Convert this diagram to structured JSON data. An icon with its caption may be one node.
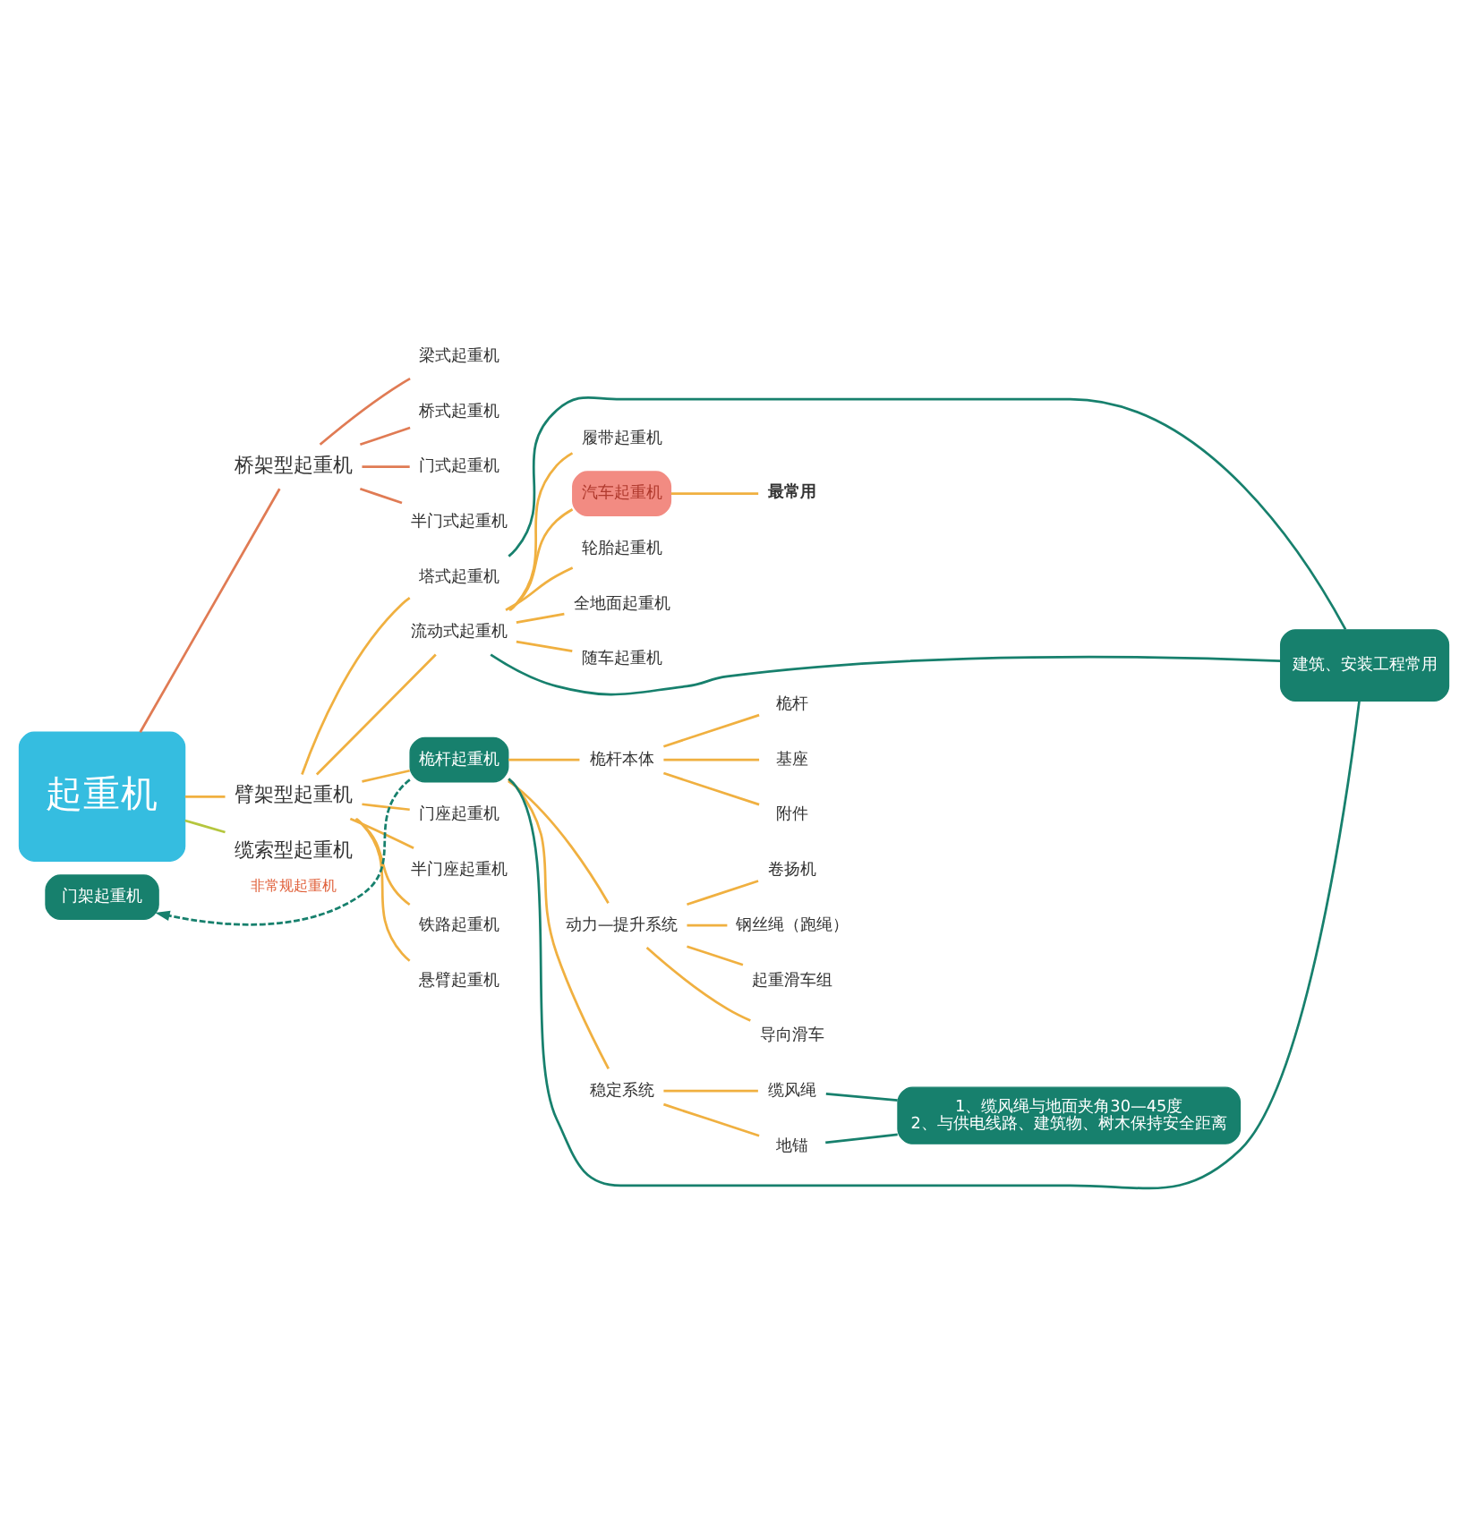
{
  "diagram": {
    "nodes": [
      {
        "text": [
          "起重机"
        ]
      },
      {
        "text": [
          "桥架型起重机"
        ]
      },
      {
        "text": [
          "梁式起重机"
        ]
      },
      {
        "text": [
          "桥式起重机"
        ]
      },
      {
        "text": [
          "门式起重机"
        ]
      },
      {
        "text": [
          "半门式起重机"
        ]
      },
      {
        "text": [
          "臂架型起重机"
        ]
      },
      {
        "text": [
          "塔式起重机"
        ]
      },
      {
        "text": [
          "流动式起重机"
        ]
      },
      {
        "text": [
          "履带起重机"
        ]
      },
      {
        "text": [
          "汽车起重机"
        ]
      },
      {
        "text": [
          "最常用"
        ]
      },
      {
        "text": [
          "轮胎起重机"
        ]
      },
      {
        "text": [
          "全地面起重机"
        ]
      },
      {
        "text": [
          "随车起重机"
        ]
      },
      {
        "text": [
          "桅杆起重机"
        ]
      },
      {
        "text": [
          "桅杆本体"
        ]
      },
      {
        "text": [
          "桅杆"
        ]
      },
      {
        "text": [
          "基座"
        ]
      },
      {
        "text": [
          "附件"
        ]
      },
      {
        "text": [
          "动力—提升系统"
        ]
      },
      {
        "text": [
          "卷扬机"
        ]
      },
      {
        "text": [
          "钢丝绳（跑绳）"
        ]
      },
      {
        "text": [
          "起重滑车组"
        ]
      },
      {
        "text": [
          "导向滑车"
        ]
      },
      {
        "text": [
          "稳定系统"
        ]
      },
      {
        "text": [
          "缆风绳"
        ]
      },
      {
        "text": [
          "地锚"
        ]
      },
      {
        "text": [
          "1、缆风绳与地面夹角30—45度",
          "2、与供电线路、建筑物、树木保持安全距离"
        ]
      },
      {
        "text": [
          "门架起重机"
        ]
      },
      {
        "text": [
          "门座起重机"
        ]
      },
      {
        "text": [
          "半门座起重机"
        ]
      },
      {
        "text": [
          "铁路起重机"
        ]
      },
      {
        "text": [
          "悬臂起重机"
        ]
      },
      {
        "text": [
          "建筑、安装工程常用"
        ]
      },
      {
        "text": [
          "缆索型起重机"
        ]
      }
    ],
    "edges": [
      {
        "from": 0,
        "to": 1,
        "arrow": "none",
        "color": "#e07b54"
      },
      {
        "from": 1,
        "to": 2,
        "arrow": "none",
        "color": "#e07b54"
      },
      {
        "from": 1,
        "to": 3,
        "arrow": "none",
        "color": "#e07b54"
      },
      {
        "from": 1,
        "to": 4,
        "arrow": "none",
        "color": "#e07b54"
      },
      {
        "from": 1,
        "to": 5,
        "arrow": "none",
        "color": "#e07b54"
      },
      {
        "from": 0,
        "to": 6,
        "arrow": "none"
      },
      {
        "from": 6,
        "to": 7,
        "arrow": "none"
      },
      {
        "from": 6,
        "to": 8,
        "arrow": "none"
      },
      {
        "from": 8,
        "to": 9,
        "arrow": "none"
      },
      {
        "from": 8,
        "to": 10,
        "arrow": "none"
      },
      {
        "from": 10,
        "to": 11,
        "arrow": "none"
      },
      {
        "from": 8,
        "to": 12,
        "arrow": "none"
      },
      {
        "from": 8,
        "to": 13,
        "arrow": "none"
      },
      {
        "from": 8,
        "to": 14,
        "arrow": "none"
      },
      {
        "from": 6,
        "to": 15,
        "arrow": "none"
      },
      {
        "from": 15,
        "to": 16,
        "arrow": "none"
      },
      {
        "from": 16,
        "to": 17,
        "arrow": "none"
      },
      {
        "from": 16,
        "to": 18,
        "arrow": "none"
      },
      {
        "from": 16,
        "to": 19,
        "arrow": "none"
      },
      {
        "from": 15,
        "to": 20,
        "arrow": "none"
      },
      {
        "from": 20,
        "to": 21,
        "arrow": "none"
      },
      {
        "from": 20,
        "to": 22,
        "arrow": "none"
      },
      {
        "from": 20,
        "to": 23,
        "arrow": "none"
      },
      {
        "from": 20,
        "to": 24,
        "arrow": "none"
      },
      {
        "from": 15,
        "to": 25,
        "arrow": "none"
      },
      {
        "from": 25,
        "to": 26,
        "arrow": "none"
      },
      {
        "from": 25,
        "to": 27,
        "arrow": "none"
      },
      {
        "from": 26,
        "to": 28,
        "arrow": "none",
        "color": "#17806d"
      },
      {
        "from": 27,
        "to": 28,
        "arrow": "none",
        "color": "#17806d"
      },
      {
        "from": 15,
        "to": 29,
        "arrow": "to",
        "label": "非常规起重机",
        "style": "dashed",
        "color": "#17806d"
      },
      {
        "from": 6,
        "to": 30,
        "arrow": "none"
      },
      {
        "from": 6,
        "to": 31,
        "arrow": "none"
      },
      {
        "from": 6,
        "to": 32,
        "arrow": "none"
      },
      {
        "from": 6,
        "to": 33,
        "arrow": "none"
      },
      {
        "from": 7,
        "to": 34,
        "arrow": "none",
        "color": "#17806d"
      },
      {
        "from": 8,
        "to": 34,
        "arrow": "none",
        "color": "#17806d"
      },
      {
        "from": 15,
        "to": 34,
        "arrow": "none",
        "color": "#17806d"
      },
      {
        "from": 0,
        "to": 35,
        "arrow": "none",
        "color": "#b5c63e"
      }
    ]
  }
}
